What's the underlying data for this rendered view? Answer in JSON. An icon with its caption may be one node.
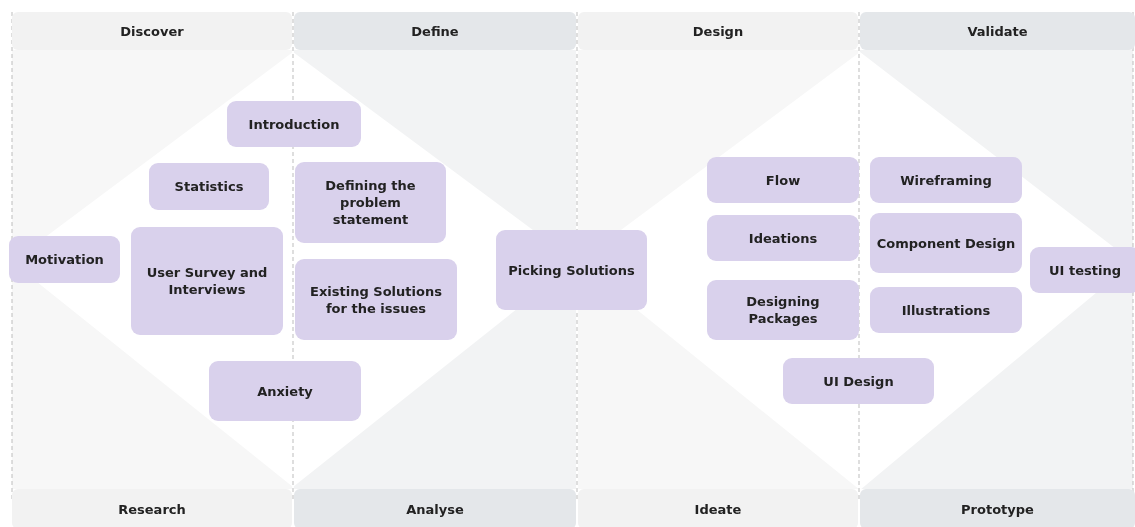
{
  "diagram": {
    "nodes": [
      {
        "text": [
          "Discover"
        ]
      },
      {
        "text": [
          "Define"
        ]
      },
      {
        "text": [
          "Design"
        ]
      },
      {
        "text": [
          "Validate"
        ]
      },
      {
        "text": [
          "Introduction"
        ]
      },
      {
        "text": [
          "Statistics"
        ]
      },
      {
        "text": [
          "Defining the problem statement"
        ]
      },
      {
        "text": [
          "Motivation"
        ]
      },
      {
        "text": [
          "User Survey and Interviews"
        ]
      },
      {
        "text": [
          "Existing Solutions for the issues"
        ]
      },
      {
        "text": [
          "Anxiety"
        ]
      },
      {
        "text": [
          "Picking Solutions"
        ]
      },
      {
        "text": [
          "Flow"
        ]
      },
      {
        "text": [
          "Wireframing"
        ]
      },
      {
        "text": [
          "Ideations"
        ]
      },
      {
        "text": [
          "Component Design"
        ]
      },
      {
        "text": [
          "Designing Packages"
        ]
      },
      {
        "text": [
          "Illustrations"
        ]
      },
      {
        "text": [
          "UI testing"
        ]
      },
      {
        "text": [
          "UI Design"
        ]
      },
      {
        "text": [
          "Research"
        ]
      },
      {
        "text": [
          "Analyse"
        ]
      },
      {
        "text": [
          "Ideate"
        ]
      },
      {
        "text": [
          "Prototype"
        ]
      }
    ],
    "edges": []
  }
}
